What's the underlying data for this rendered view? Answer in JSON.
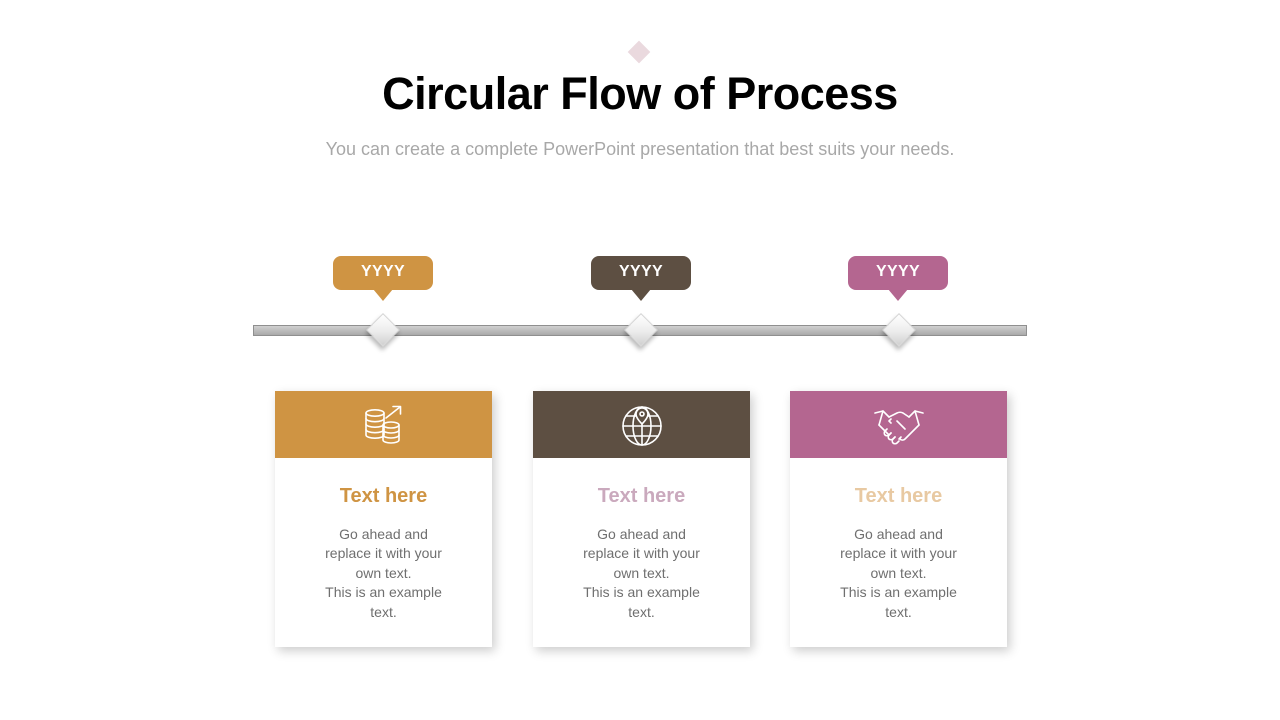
{
  "slide": {
    "title": "Circular Flow of Process",
    "subtitle": "You can create a complete PowerPoint presentation that best suits your needs."
  },
  "colors": {
    "gold": "#cf9443",
    "brown": "#5d4f42",
    "pink": "#b46690",
    "title_light_pink": "#caa9bd",
    "title_beige": "#e8c9a2",
    "timeline": "#b0b0b0",
    "accent_diamond": "#ead9de"
  },
  "timeline": {
    "callouts": [
      {
        "label": "YYYY",
        "color": "#cf9443"
      },
      {
        "label": "YYYY",
        "color": "#5d4f42"
      },
      {
        "label": "YYYY",
        "color": "#b46690"
      }
    ]
  },
  "cards": [
    {
      "icon": "coins-growth-icon",
      "header_color": "#cf9443",
      "title": "Text here",
      "title_color": "#cf9443",
      "lines": [
        "Go ahead and",
        "replace it with your",
        "own text.",
        "This is an example",
        "text."
      ]
    },
    {
      "icon": "globe-location-icon",
      "header_color": "#5d4f42",
      "title": "Text here",
      "title_color": "#caa9bd",
      "lines": [
        "Go ahead and",
        "replace it with your",
        "own text.",
        "This is an example",
        "text."
      ]
    },
    {
      "icon": "handshake-icon",
      "header_color": "#b46690",
      "title": "Text here",
      "title_color": "#e8c9a2",
      "lines": [
        "Go ahead and",
        "replace it with your",
        "own text.",
        "This is an example",
        "text."
      ]
    }
  ]
}
